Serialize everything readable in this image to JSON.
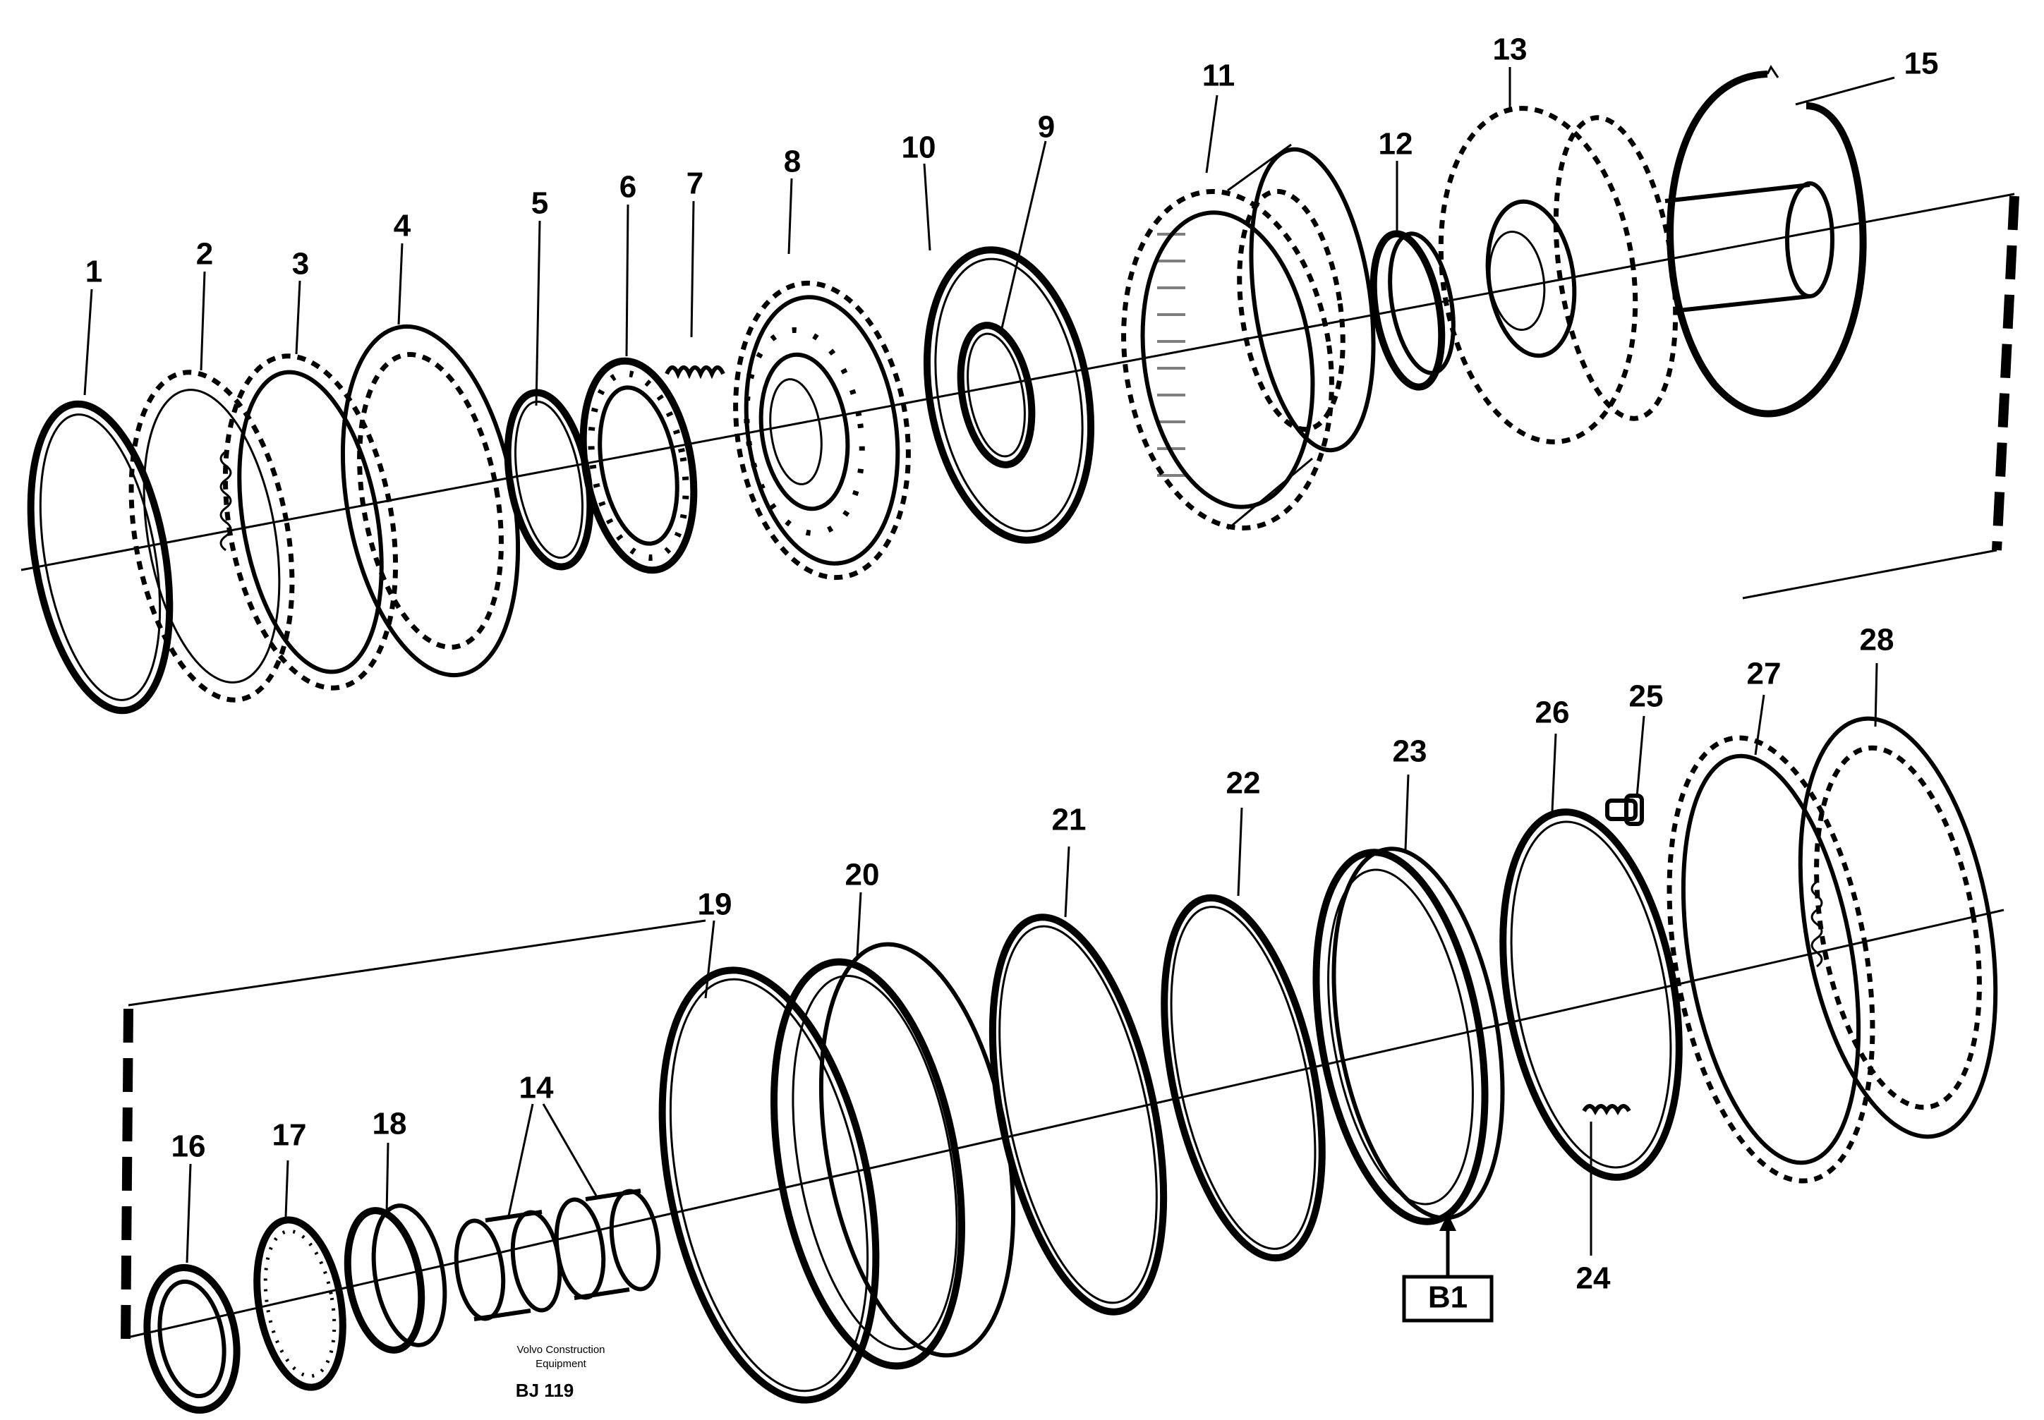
{
  "parts": [
    {
      "id": "1",
      "label": "1"
    },
    {
      "id": "2",
      "label": "2"
    },
    {
      "id": "3",
      "label": "3"
    },
    {
      "id": "4",
      "label": "4"
    },
    {
      "id": "5",
      "label": "5"
    },
    {
      "id": "6",
      "label": "6"
    },
    {
      "id": "7",
      "label": "7"
    },
    {
      "id": "8",
      "label": "8"
    },
    {
      "id": "9",
      "label": "9"
    },
    {
      "id": "10",
      "label": "10"
    },
    {
      "id": "11",
      "label": "11"
    },
    {
      "id": "12",
      "label": "12"
    },
    {
      "id": "13",
      "label": "13"
    },
    {
      "id": "14",
      "label": "14"
    },
    {
      "id": "15",
      "label": "15"
    },
    {
      "id": "16",
      "label": "16"
    },
    {
      "id": "17",
      "label": "17"
    },
    {
      "id": "18",
      "label": "18"
    },
    {
      "id": "19",
      "label": "19"
    },
    {
      "id": "20",
      "label": "20"
    },
    {
      "id": "21",
      "label": "21"
    },
    {
      "id": "22",
      "label": "22"
    },
    {
      "id": "23",
      "label": "23"
    },
    {
      "id": "24",
      "label": "24"
    },
    {
      "id": "25",
      "label": "25"
    },
    {
      "id": "26",
      "label": "26"
    },
    {
      "id": "27",
      "label": "27"
    },
    {
      "id": "28",
      "label": "28"
    }
  ],
  "reference_box": "B1",
  "caption": {
    "line1": "Volvo Construction",
    "line2": "Equipment",
    "code": "BJ 119"
  }
}
